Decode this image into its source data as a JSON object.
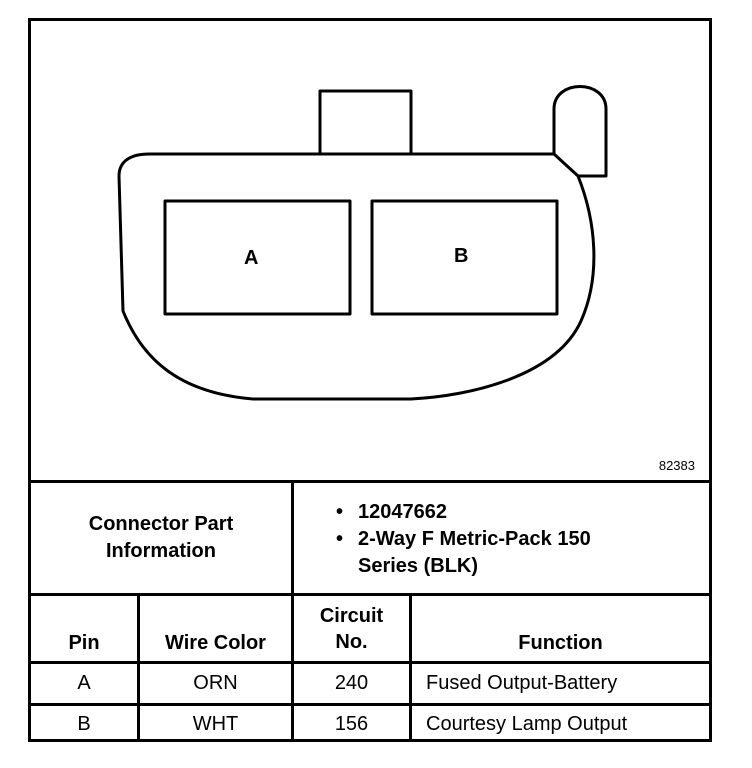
{
  "diagram": {
    "pin_a": "A",
    "pin_b": "B",
    "figure_number": "82383"
  },
  "connector_info": {
    "label_line1": "Connector Part",
    "label_line2": "Information",
    "part_number": "12047662",
    "description_line1": "2-Way F Metric-Pack 150",
    "description_line2": "Series (BLK)"
  },
  "table": {
    "headers": {
      "pin": "Pin",
      "wire_color": "Wire Color",
      "circuit_line1": "Circuit",
      "circuit_line2": "No.",
      "function": "Function"
    },
    "rows": [
      {
        "pin": "A",
        "wire_color": "ORN",
        "circuit": "240",
        "function": "Fused Output-Battery"
      },
      {
        "pin": "B",
        "wire_color": "WHT",
        "circuit": "156",
        "function": "Courtesy Lamp Output"
      }
    ]
  }
}
